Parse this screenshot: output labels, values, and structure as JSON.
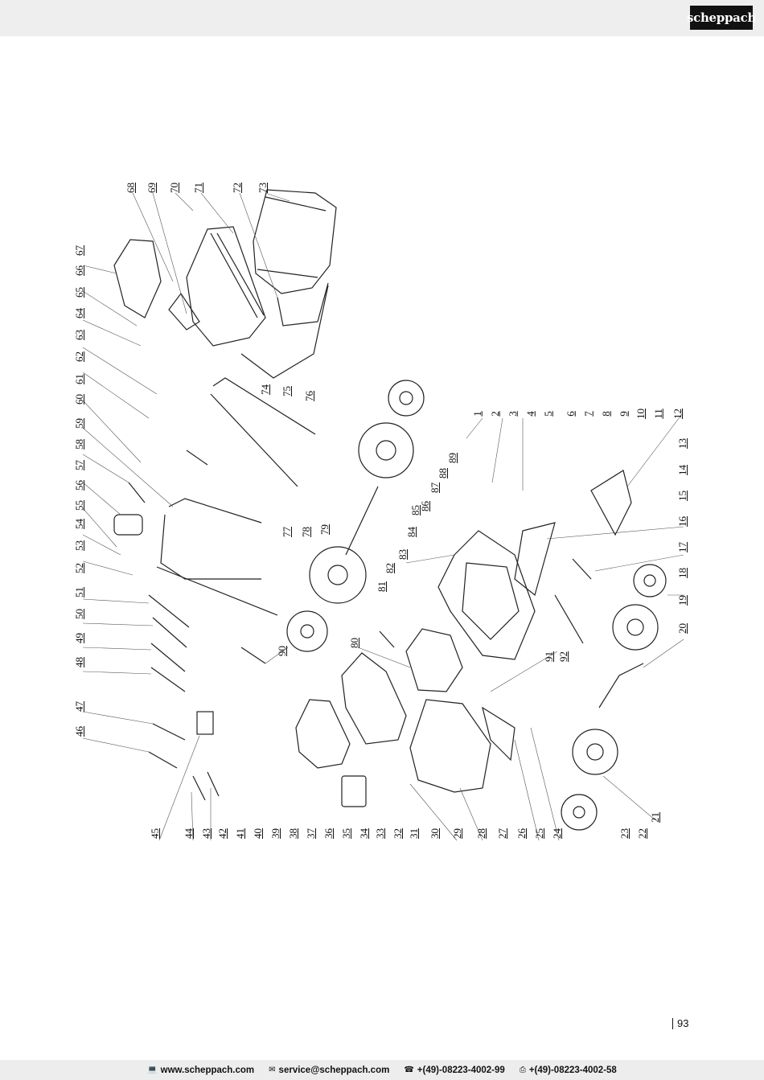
{
  "brand": {
    "logo_text": "scheppach"
  },
  "diagram": {
    "labels": [
      "1",
      "2",
      "3",
      "4",
      "5",
      "6",
      "7",
      "8",
      "9",
      "10",
      "11",
      "12",
      "13",
      "14",
      "15",
      "16",
      "17",
      "18",
      "19",
      "20",
      "21",
      "22",
      "23",
      "24",
      "25",
      "26",
      "27",
      "28",
      "29",
      "30",
      "31",
      "32",
      "33",
      "34",
      "35",
      "36",
      "37",
      "38",
      "39",
      "40",
      "41",
      "42",
      "43",
      "44",
      "45",
      "46",
      "47",
      "48",
      "49",
      "50",
      "51",
      "52",
      "53",
      "54",
      "55",
      "56",
      "57",
      "58",
      "59",
      "60",
      "61",
      "62",
      "63",
      "64",
      "65",
      "66",
      "67",
      "68",
      "69",
      "70",
      "71",
      "72",
      "73",
      "74",
      "75",
      "76",
      "77",
      "78",
      "79",
      "80",
      "81",
      "82",
      "83",
      "84",
      "85",
      "86",
      "87",
      "88",
      "89",
      "90",
      "91",
      "92"
    ]
  },
  "page": {
    "number": "93"
  },
  "footer": {
    "website": "www.scheppach.com",
    "email": "service@scheppach.com",
    "phone": "+(49)-08223-4002-99",
    "fax": "+(49)-08223-4002-58",
    "icons": [
      "monitor-icon",
      "mail-icon",
      "phone-icon",
      "fax-icon"
    ]
  }
}
